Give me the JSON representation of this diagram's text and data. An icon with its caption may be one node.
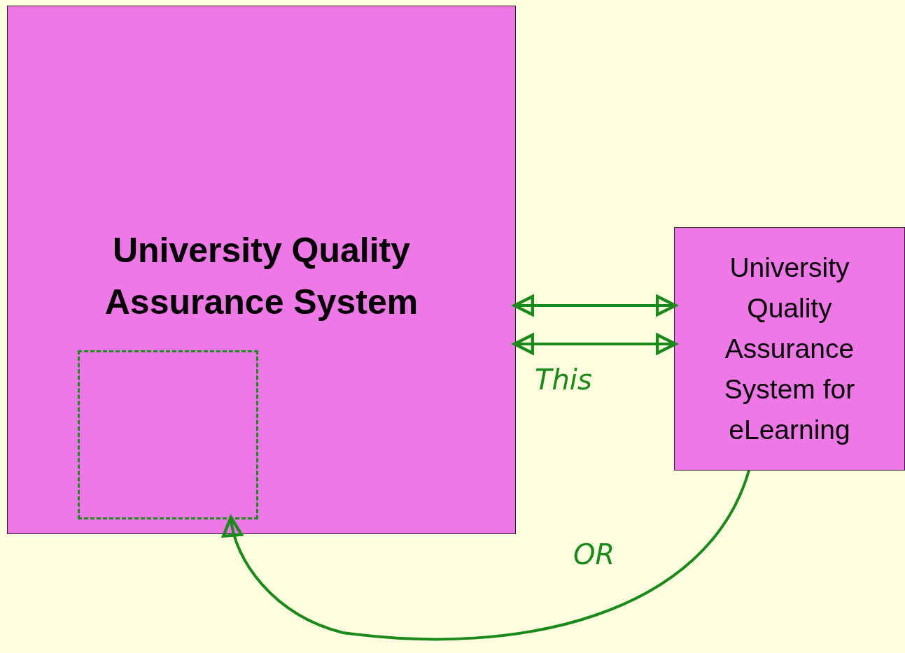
{
  "diagram": {
    "nodes": [
      {
        "text": [
          "University Quality Assurance System"
        ]
      },
      {
        "text": [],
        "shape": "box",
        "in": 0
      },
      {
        "text": [
          "University Quality Assurance System for eLearning"
        ]
      }
    ],
    "edges": [
      {
        "from": 0,
        "to": 2,
        "arrow": "both"
      },
      {
        "from": 0,
        "to": 2,
        "arrow": "both",
        "label": "This"
      },
      {
        "from": 2,
        "to": 1,
        "arrow": "to",
        "label": "OR"
      }
    ]
  }
}
